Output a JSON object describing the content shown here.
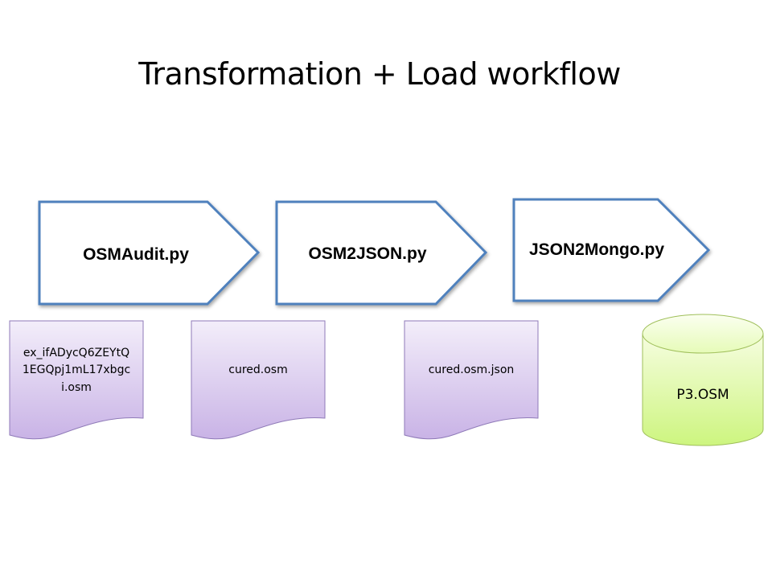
{
  "slide": {
    "title": "Transformation + Load workflow"
  },
  "steps": [
    {
      "label": "OSMAudit.py"
    },
    {
      "label": "OSM2JSON.py"
    },
    {
      "label": "JSON2Mongo.py"
    }
  ],
  "documents": [
    {
      "lines": [
        "ex_ifADycQ6ZEYtQ",
        "1EGQpj1mL17xbgc",
        "i.osm"
      ]
    },
    {
      "lines": [
        "cured.osm"
      ]
    },
    {
      "lines": [
        "cured.osm.json"
      ]
    }
  ],
  "database": {
    "label": "P3.OSM"
  },
  "colors": {
    "step_border": "#4f81bd",
    "doc_fill_top": "#f3eefa",
    "doc_fill_bottom": "#c9b3e6",
    "doc_border": "#8f7ab8",
    "db_fill_top": "#f6fde0",
    "db_fill_bottom": "#cdf57f",
    "db_border": "#9fbf5a"
  }
}
